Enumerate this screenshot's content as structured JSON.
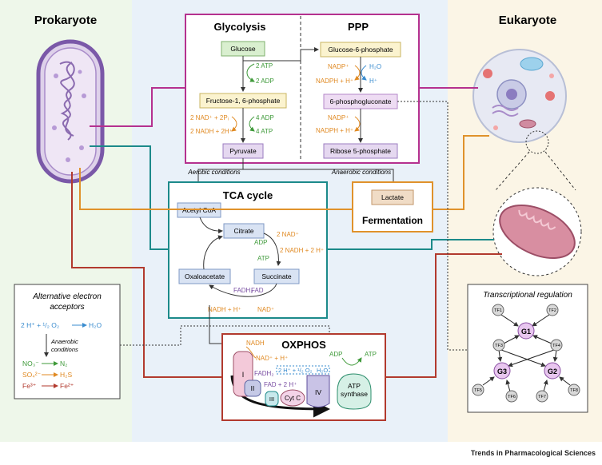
{
  "panels": {
    "prokaryote": "Prokaryote",
    "eukaryote": "Eukaryote",
    "glycolysis": "Glycolysis",
    "ppp": "PPP",
    "tca": "TCA cycle",
    "fermentation": "Fermentation",
    "oxphos": "OXPHOS",
    "alt_acceptors": [
      "Alternative electron",
      "acceptors"
    ],
    "transcription": "Transcriptional regulation"
  },
  "glycolysis": {
    "glucose": "Glucose",
    "atp_in": "2 ATP",
    "adp_out": "2 ADP",
    "f16bp": "Fructose-1, 6-phosphate",
    "nad_in": "2 NAD⁺ + 2Pᵢ",
    "nadh_out": "2 NADH + 2H⁺",
    "adp_in": "4 ADP",
    "atp_out": "4 ATP",
    "pyruvate": "Pyruvate"
  },
  "ppp": {
    "g6p": "Glucose-6-phosphate",
    "nadp1": "NADP⁺",
    "h2o": "H₂O",
    "nadph1": "NADPH + H⁺",
    "h_plus": "H⁺",
    "pg6": "6-phosphogluconate",
    "nadp2": "NADP⁺",
    "nadph2": "NADPH + H⁺",
    "r5p": "Ribose 5-phosphate"
  },
  "conditions": {
    "aerobic": "Aerobic conditions",
    "anaerobic": "Anaerobic conditions"
  },
  "tca": {
    "acetyl": "Acetyl CoA",
    "citrate": "Citrate",
    "adp": "ADP",
    "atp": "ATP",
    "nad": "2 NAD⁺",
    "nadh": "2 NADH + 2 H⁺",
    "oxaloacetate": "Oxaloacetate",
    "succinate": "Succinate",
    "fadh2": "FADH₂",
    "fad": "FAD",
    "nadh_h": "NADH + H⁺",
    "nad_plus": "NAD⁺"
  },
  "fermentation": {
    "lactate": "Lactate"
  },
  "alt": {
    "oxygen_eq": "2 H⁺ + ¹/₂ O₂",
    "oxygen_prod": "H₂O",
    "anaerobic": [
      "Anaerobic",
      "conditions"
    ],
    "no3": "NO₃⁻",
    "n2": "N₂",
    "so4": "SO₄²⁻",
    "h2s": "H₂S",
    "fe3": "Fe³⁺",
    "fe2": "Fe²⁺"
  },
  "oxphos": {
    "nadh": "NADH",
    "nad_h": "NAD⁺ + H⁺",
    "complex1": "I",
    "fadh2": "FADH₂",
    "fad": "FAD + 2 H⁺",
    "complex2": "II",
    "complex3": "III",
    "cytc": "Cyt C",
    "complex4": "IV",
    "oxy": "2 H⁺ + ¹/₂ O₂",
    "h2o": "H₂O",
    "adp": "ADP",
    "atp": "ATP",
    "synthase": [
      "ATP",
      "synthase"
    ]
  },
  "tf": {
    "tf1": "TF1",
    "tf2": "TF2",
    "tf3": "TF3",
    "tf4": "TF4",
    "tf5": "TF5",
    "tf6": "TF6",
    "tf7": "TF7",
    "tf8": "TF8",
    "g1": "G1",
    "g2": "G2",
    "g3": "G3"
  },
  "footer": "Trends in Pharmacological Sciences",
  "colors": {
    "glycolysis_border": "#b5318f",
    "tca_border": "#1c8a8a",
    "fermentation_border": "#e0922b",
    "oxphos_border": "#b23a2e",
    "green": "#3f9a3a",
    "orange": "#e08a23",
    "blue": "#3a8ccf",
    "purple": "#7a4fa3"
  }
}
